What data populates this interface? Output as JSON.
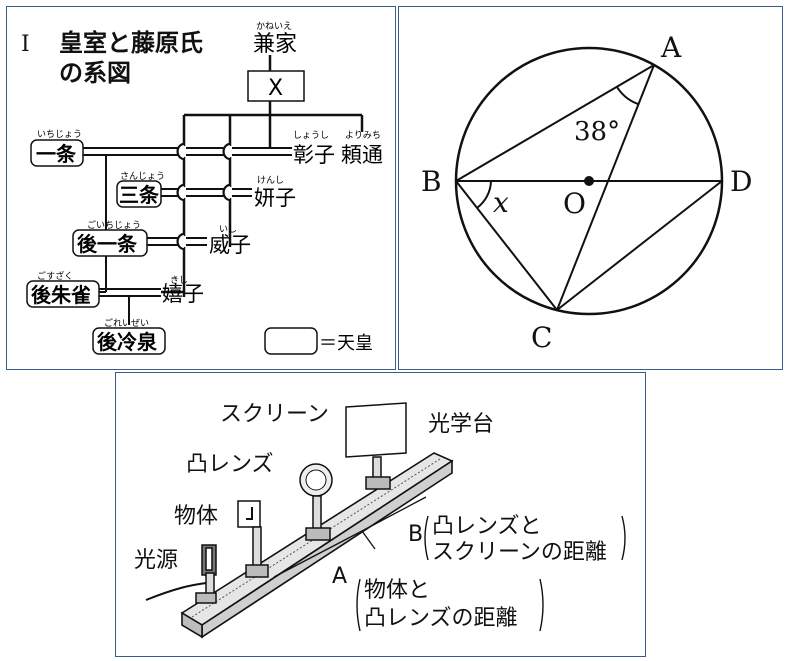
{
  "genealogy": {
    "roman": "I",
    "title_line1": "皇室と藤原氏",
    "title_line2": "の系図",
    "persons": [
      {
        "id": "kaneie",
        "name": "兼家",
        "ruby": "かねいえ",
        "emperor": false
      },
      {
        "id": "x",
        "name": "X",
        "ruby": "",
        "emperor": false
      },
      {
        "id": "shoshi",
        "name": "彰子",
        "ruby": "しょうし",
        "emperor": false
      },
      {
        "id": "yorimichi",
        "name": "頼通",
        "ruby": "よりみち",
        "emperor": false
      },
      {
        "id": "kenshi",
        "name": "妍子",
        "ruby": "けんし",
        "emperor": false
      },
      {
        "id": "ishi",
        "name": "威子",
        "ruby": "いし",
        "emperor": false
      },
      {
        "id": "kishi",
        "name": "嬉子",
        "ruby": "きし",
        "emperor": false
      },
      {
        "id": "ichijo",
        "name": "一条",
        "ruby": "いちじょう",
        "emperor": true
      },
      {
        "id": "sanjo",
        "name": "三条",
        "ruby": "さんじょう",
        "emperor": true
      },
      {
        "id": "goichijo",
        "name": "後一条",
        "ruby": "ごいちじょう",
        "emperor": true
      },
      {
        "id": "gosuzaku",
        "name": "後朱雀",
        "ruby": "ごすざく",
        "emperor": true
      },
      {
        "id": "goreizei",
        "name": "後冷泉",
        "ruby": "ごれいぜい",
        "emperor": true
      }
    ],
    "legend_text": "＝天皇"
  },
  "circle": {
    "points": {
      "A": "A",
      "B": "B",
      "C": "C",
      "D": "D",
      "O": "O"
    },
    "angle_label": "38°",
    "angle_value": 38,
    "unknown_label": "x"
  },
  "optics": {
    "labels": {
      "screen": "スクリーン",
      "bench": "光学台",
      "lens": "凸レンズ",
      "object": "物体",
      "light": "光源",
      "b_letter": "B",
      "b_line1": "凸レンズと",
      "b_line2": "スクリーンの距離",
      "a_letter": "A",
      "a_line1": "物体と",
      "a_line2": "凸レンズの距離"
    }
  }
}
